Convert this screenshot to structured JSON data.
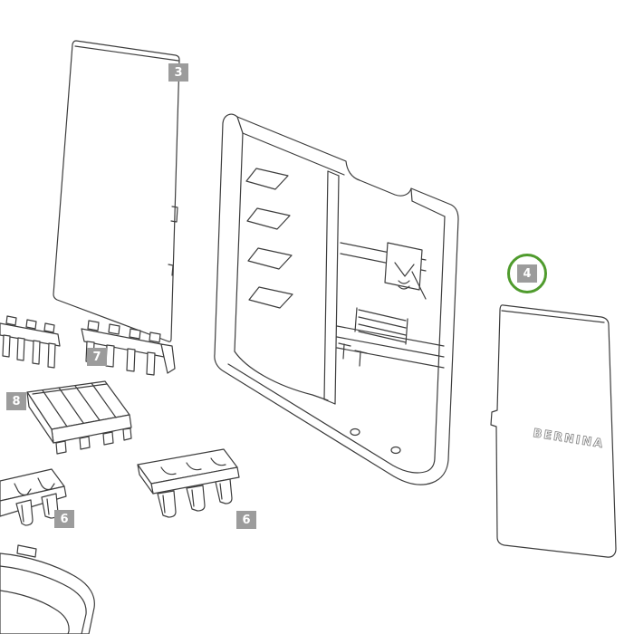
{
  "diagram": {
    "brand_text": "BERNINA",
    "labels": [
      {
        "text": "3",
        "highlighted": false
      },
      {
        "text": "7",
        "highlighted": false
      },
      {
        "text": "8",
        "highlighted": false
      },
      {
        "text": "6",
        "highlighted": false
      },
      {
        "text": "6",
        "highlighted": false
      },
      {
        "text": "4",
        "highlighted": true
      }
    ],
    "colors": {
      "background": "#ffffff",
      "line": "#3d3d3d",
      "label_background": "#9c9c9c",
      "label_text": "#ffffff",
      "highlight_ring": "#4f9b2d",
      "brand_text_color": "#8d8d8d"
    }
  }
}
